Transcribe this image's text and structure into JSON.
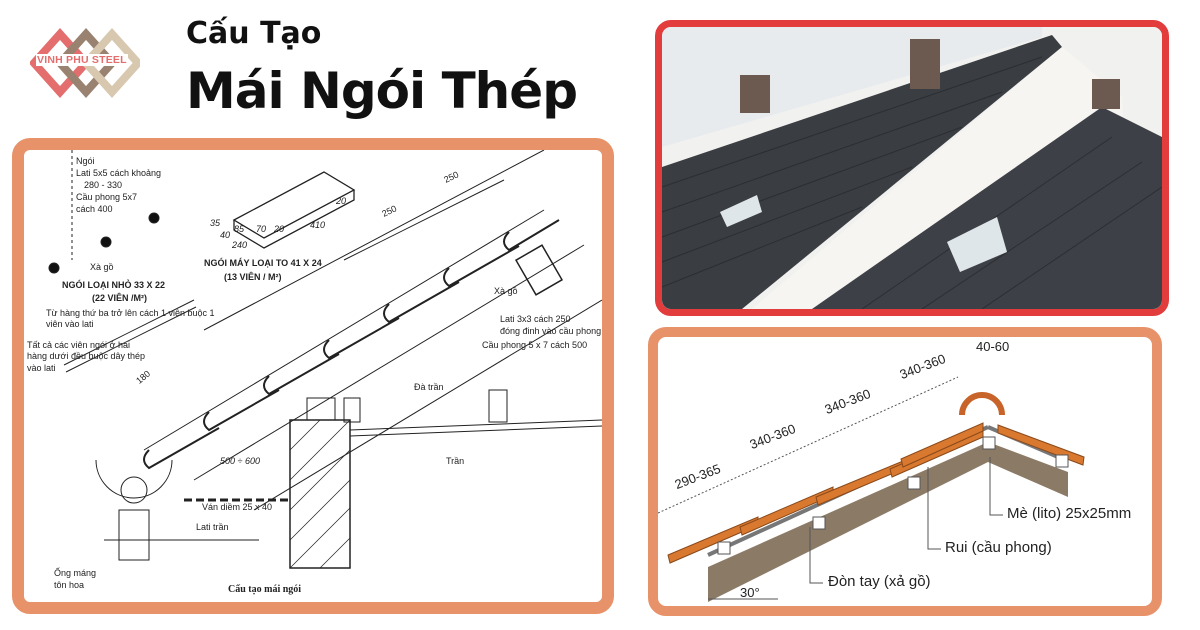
{
  "brand": {
    "logo_text": "VINH PHU STEEL",
    "colors": [
      "#e46d6d",
      "#9a8270",
      "#d8c8b0"
    ]
  },
  "header": {
    "subtitle": "Cấu Tạo",
    "title": "Mái Ngói Thép"
  },
  "colors": {
    "panel_border": "#e8926a",
    "photo_border": "#e23c3c",
    "tile": "#d9782f"
  },
  "left_diagram": {
    "small_tile": {
      "labels": [
        "Ngói",
        "Lati 5x5 cách khoảng",
        "280 - 330",
        "Cầu phong 5x7",
        "cách 400",
        "Xà gồ"
      ],
      "name": "NGÓI LOẠI NHỎ 33 X 22",
      "density": "(22 VIÊN /M²)"
    },
    "large_tile": {
      "dims": [
        "35",
        "40",
        "85",
        "70",
        "20",
        "240",
        "410",
        "20"
      ],
      "name": "NGÓI MÁY LOẠI TO 41 X 24",
      "density": "(13 VIÊN / M²)"
    },
    "notes": {
      "row_three": "Từ hàng thứ ba trở lên cách 1 viên buộc 1 viên vào lati",
      "bottom_rows": "Tất cả các viên ngói ở hai hàng dưới đều buộc dây thép vào lati"
    },
    "dims": {
      "d250a": "250",
      "d250b": "250",
      "d180": "180",
      "d500": "500 ÷ 600"
    },
    "callouts": {
      "purlin": "Xà gồ",
      "batten": "Lati 3x3 cách 250",
      "batten2": "đóng đinh vào cầu phong",
      "rafter": "Cầu phong 5 x 7 cách 500",
      "ceiling_beam": "Đà trần",
      "ceiling": "Trần",
      "fascia": "Ván diềm 25 x 40",
      "ceiling_lath": "Lati trần",
      "gutter": "Ống máng",
      "gutter2": "tôn hoa"
    },
    "caption": "Cấu tạo mái ngói"
  },
  "right_diagram": {
    "dims": [
      "290-365",
      "340-360",
      "340-360",
      "340-360",
      "40-60"
    ],
    "angle": "30°",
    "labels": {
      "batten": "Mè (lito) 25x25mm",
      "rafter": "Rui (cầu phong)",
      "purlin": "Đòn tay (xả gồ)"
    }
  }
}
